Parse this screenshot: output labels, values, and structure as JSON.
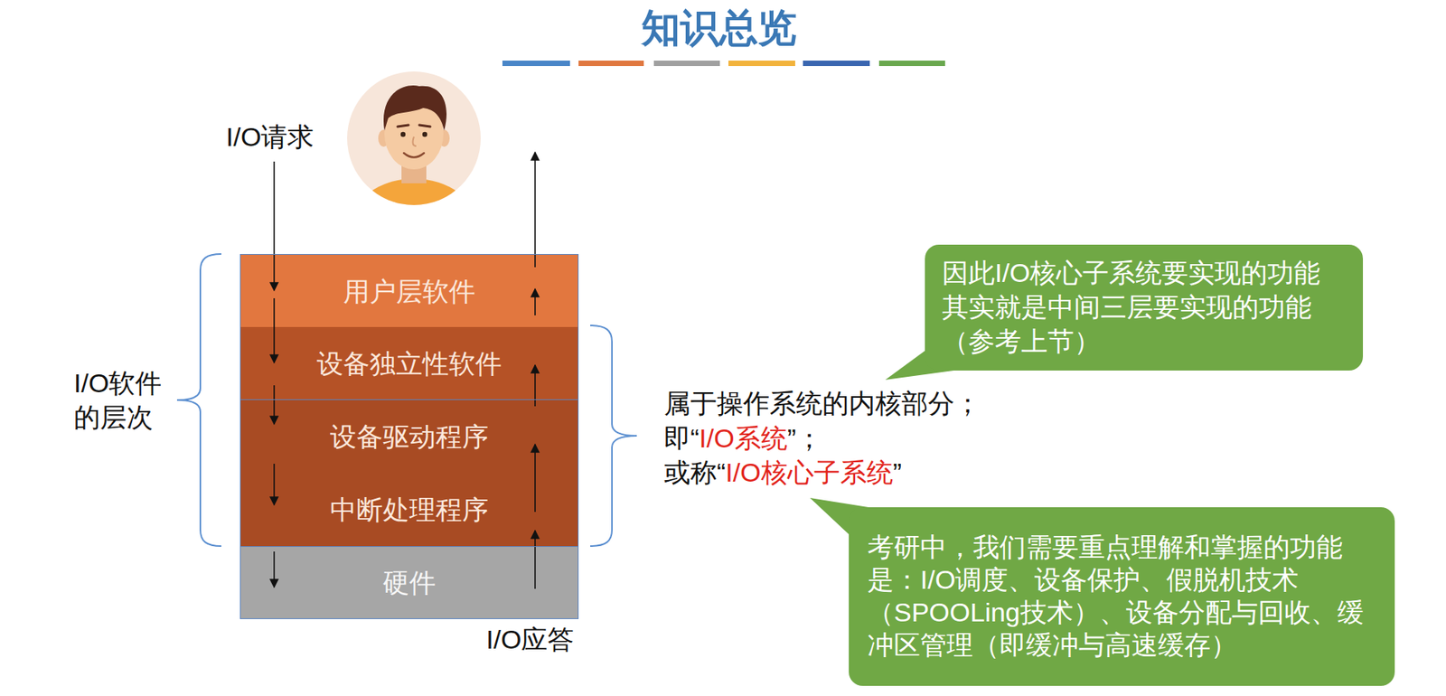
{
  "diagram": {
    "title": "知识总览",
    "nodes": [
      {
        "text": [
          "用户层软件"
        ]
      },
      {
        "text": [
          "设备独立性软件"
        ]
      },
      {
        "text": [
          "设备驱动程序"
        ]
      },
      {
        "text": [
          "中断处理程序"
        ]
      },
      {
        "text": [
          "硬件"
        ]
      },
      {
        "text": [
          "因此I/O核心子系统要实现的功能 其实就是中间三层要实现的功能 （参考上节）"
        ]
      },
      {
        "text": [
          "考研中，我们需要重点理解和掌握的功能 是：I/O调度、设备保护、假脱机技术 （SPOOLing技术）、设备分配与回收、缓 冲区管理（即缓冲与高速缓存）"
        ]
      }
    ],
    "labels": [
      "I/O请求",
      "I/O应答",
      "I/O软件 的层次",
      "属于操作系统的内核部分；",
      "即“",
      "I/O系统",
      "”；",
      "或称“",
      "I/O核心子系统",
      "”"
    ]
  }
}
